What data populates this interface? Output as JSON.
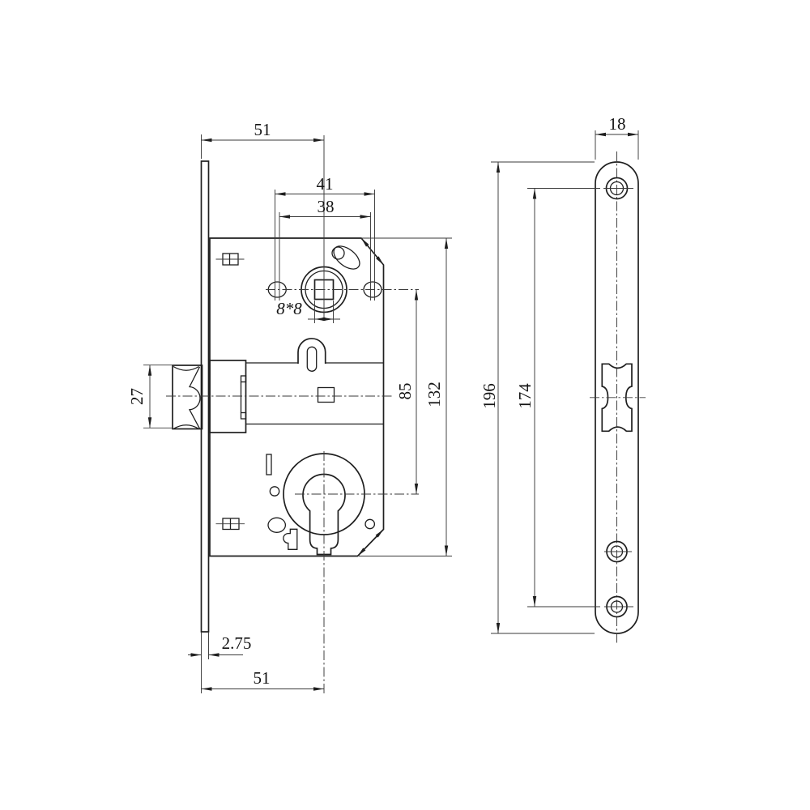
{
  "drawing": {
    "kind": "engineering dimension drawing",
    "subject": "mortise door lock: lock case side view and faceplate front view",
    "units": "mm",
    "lock_body_view": {
      "dims": {
        "backset_top": "51",
        "hole_spacing_outer": "41",
        "hole_spacing_inner": "38",
        "follower_square": "8*8",
        "latch_head_height": "27",
        "follower_to_cylinder": "85",
        "case_height": "132",
        "faceplate_thickness": "2.75",
        "backset_bottom": "51"
      }
    },
    "faceplate_view": {
      "dims": {
        "plate_width": "18",
        "plate_length": "196",
        "screw_hole_centers": "174"
      }
    }
  }
}
